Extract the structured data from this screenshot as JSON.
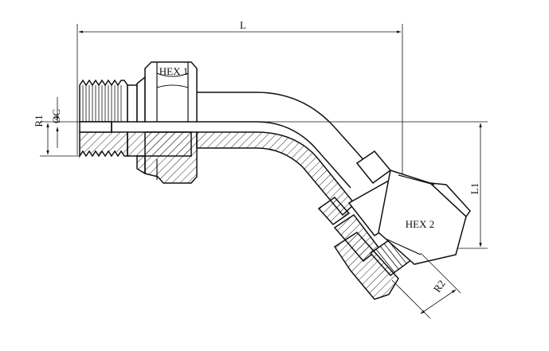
{
  "labels": {
    "length": "L",
    "length2": "L1",
    "radius1": "R1",
    "radius2": "R2",
    "diameter": "ØC",
    "hex1": "HEX 1",
    "hex2": "HEX 2"
  },
  "colors": {
    "line": "#111111",
    "background": "#ffffff"
  }
}
